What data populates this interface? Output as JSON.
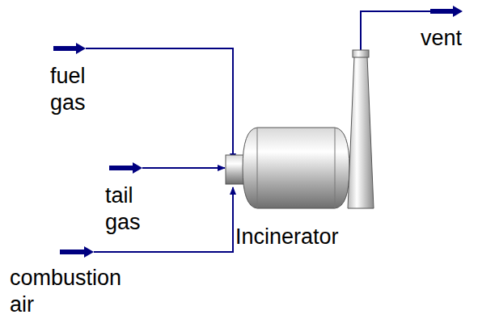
{
  "diagram": {
    "nodes": [
      {
        "text": [
          "Incinerator"
        ]
      }
    ],
    "labels": [
      "fuel gas",
      "tail gas",
      "combustion air",
      "vent"
    ]
  }
}
